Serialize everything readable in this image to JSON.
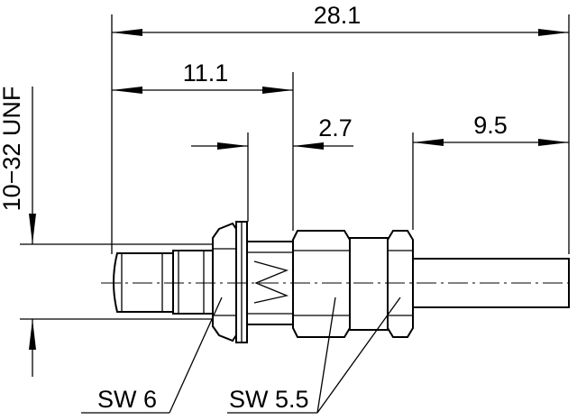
{
  "drawing": {
    "dimensions": {
      "overall_length": "28.1",
      "length_to_flange": "11.1",
      "flange_gap": "2.7",
      "rear_length": "9.5",
      "thread": "10−32 UNF"
    },
    "labels": {
      "wrench_front": "SW 6",
      "wrench_rear": "SW 5.5"
    }
  }
}
